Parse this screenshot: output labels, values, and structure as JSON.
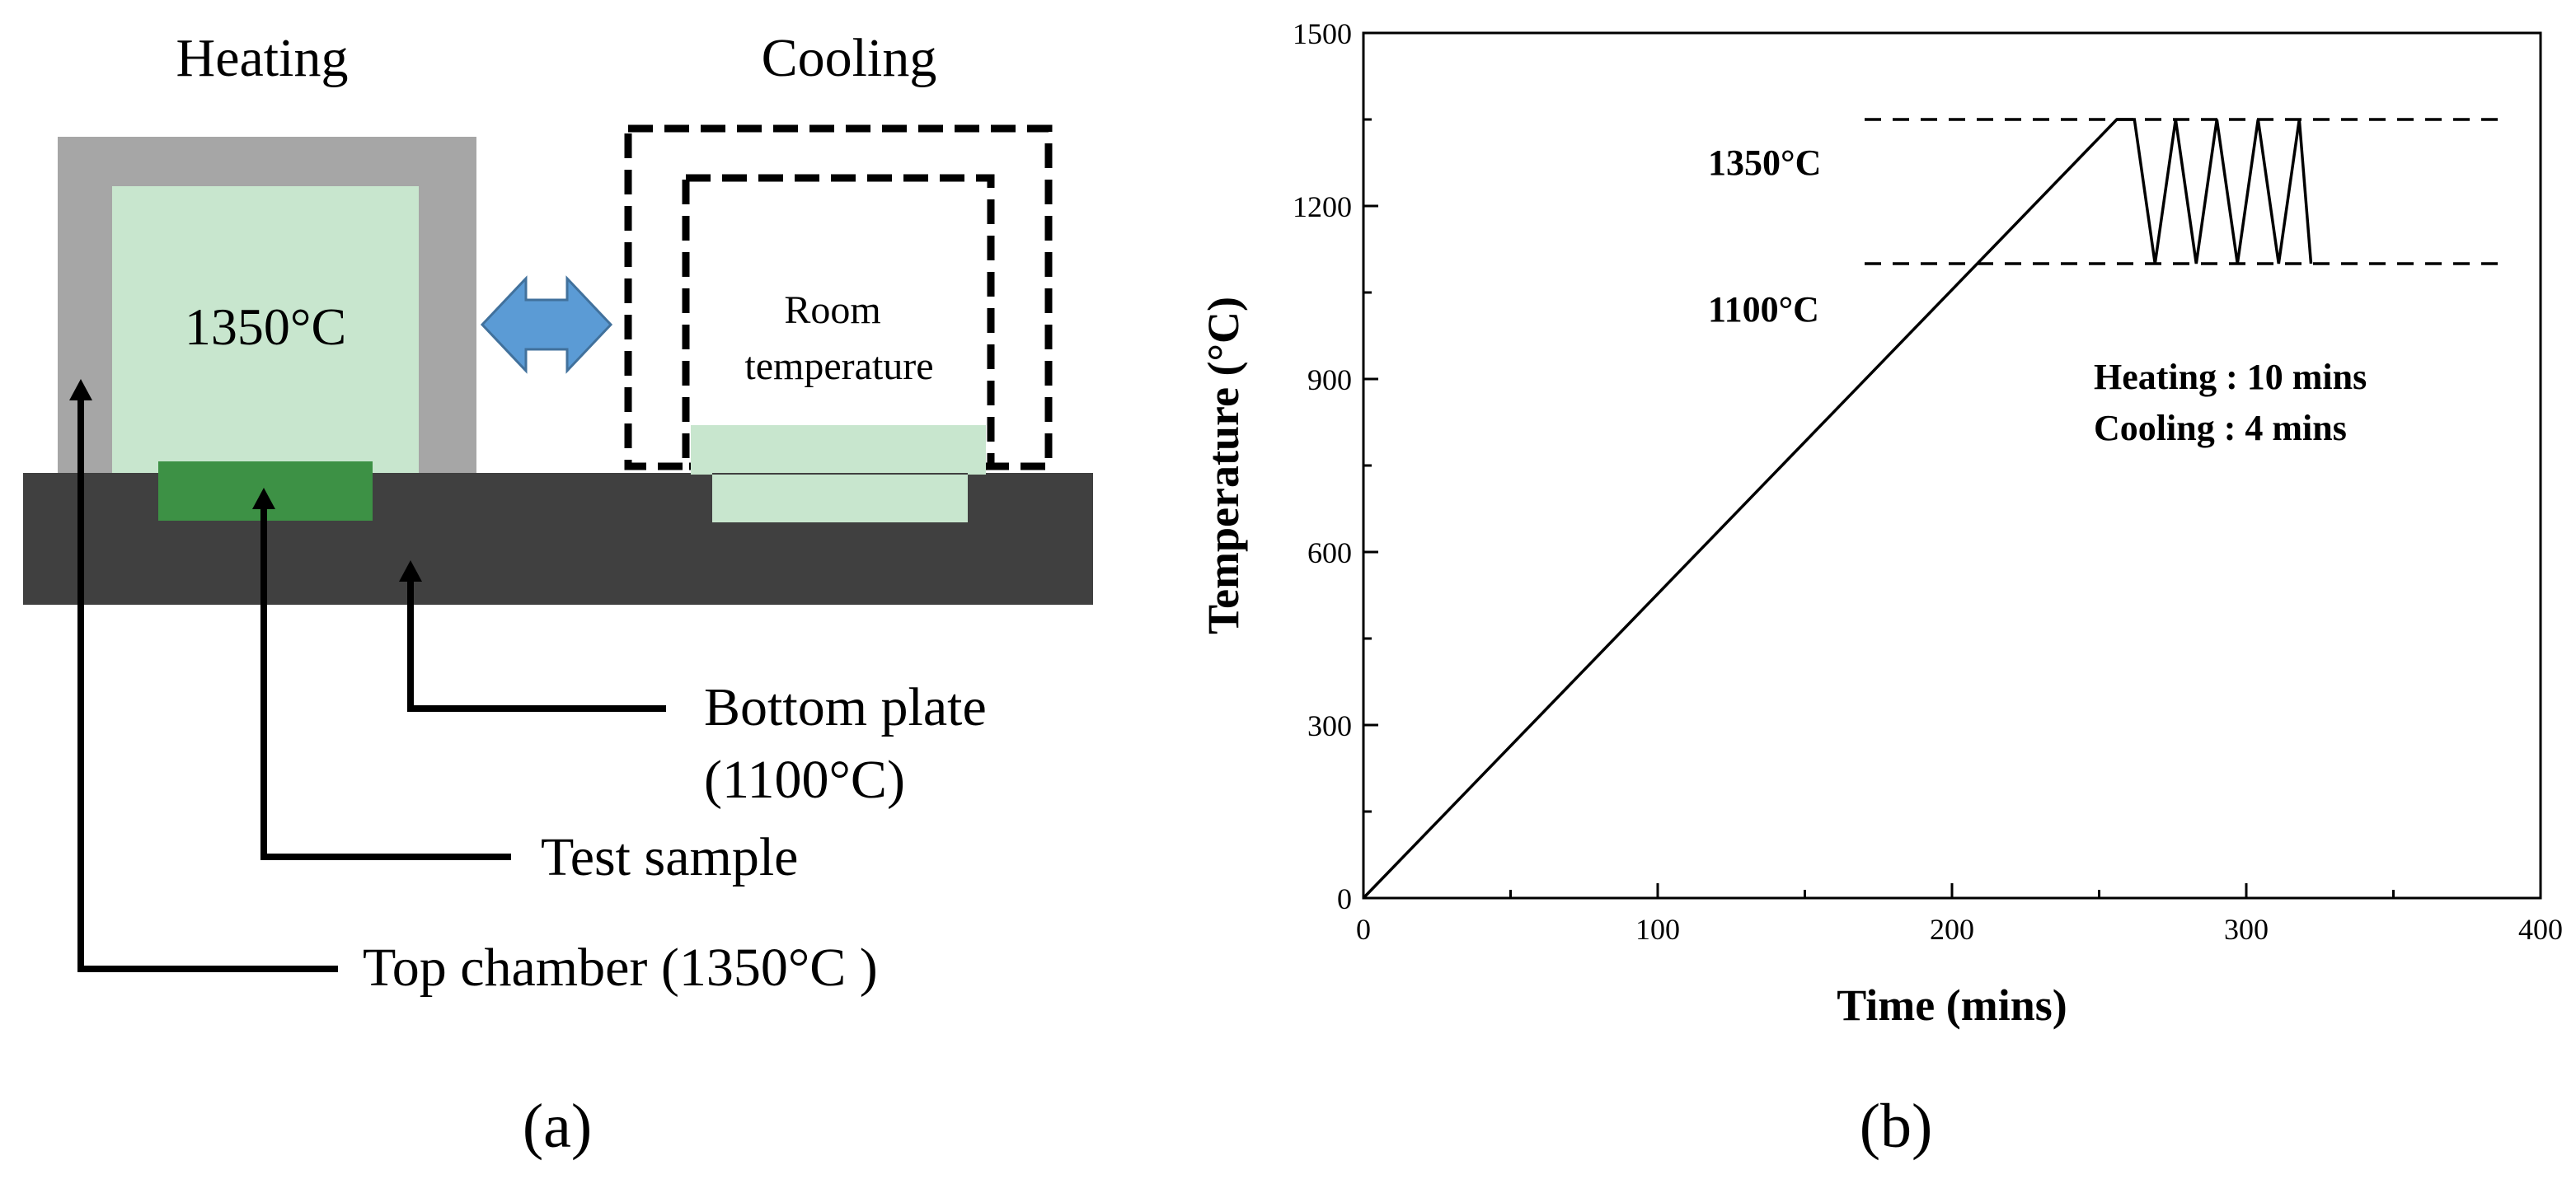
{
  "panel_a": {
    "heating_title": "Heating",
    "cooling_title": "Cooling",
    "chamber_temp": "1350°C",
    "room_temp_line1": "Room",
    "room_temp_line2": "temperature",
    "bottom_plate_line1": "Bottom plate",
    "bottom_plate_line2": "(1100°C)",
    "test_sample": "Test sample",
    "top_chamber": "Top chamber (1350°C )",
    "label": "(a)",
    "colors": {
      "chamber_wall": "#a6a6a6",
      "chamber_inner": "#c8e6ce",
      "plate": "#404040",
      "sample": "#3d9145",
      "arrow": "#5b9bd5"
    }
  },
  "panel_b": {
    "label": "(b)",
    "ref_1350": "1350°C",
    "ref_1100": "1100°C",
    "heating_note": "Heating : 10 mins",
    "cooling_note": "Cooling : 4 mins"
  },
  "chart_data": {
    "type": "line",
    "xlabel": "Time (mins)",
    "ylabel": "Temperature (°C)",
    "xlim": [
      0,
      400
    ],
    "ylim": [
      0,
      1500
    ],
    "xticks": [
      0,
      100,
      200,
      300,
      400
    ],
    "yticks": [
      0,
      300,
      600,
      900,
      1200,
      1500
    ],
    "grid": false,
    "series": [
      {
        "x": [
          0,
          256,
          262,
          269,
          276,
          283,
          290,
          297,
          304,
          311,
          318
        ],
        "y": [
          0,
          1350,
          1350,
          1100,
          1350,
          1100,
          1350,
          1100,
          1350,
          1100,
          1350
        ]
      },
      {
        "x": [
          318,
          322
        ],
        "y": [
          1350,
          1100
        ]
      }
    ],
    "reference_lines": [
      {
        "y": 1350,
        "label": "1350°C"
      },
      {
        "y": 1100,
        "label": "1100°C"
      }
    ]
  }
}
